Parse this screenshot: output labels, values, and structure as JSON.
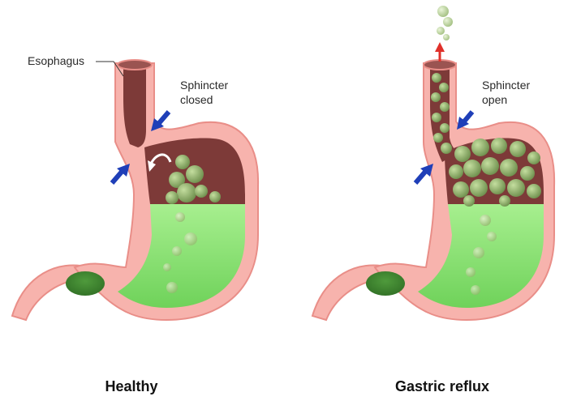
{
  "labels": {
    "esophagus": "Esophagus",
    "sphincter_closed_1": "Sphincter",
    "sphincter_closed_2": "closed",
    "sphincter_open_1": "Sphincter",
    "sphincter_open_2": "open"
  },
  "captions": {
    "healthy": "Healthy",
    "reflux": "Gastric reflux"
  },
  "colors": {
    "wall": "#f7b3ad",
    "wall_edge": "#e98e88",
    "lumen": "#7d3a38",
    "acid": "#8fe37a",
    "acid_light": "#c6f5b3",
    "bubble": "#b7cf95",
    "arrow_blue": "#1f3fb8",
    "arrow_red": "#e0302a"
  }
}
